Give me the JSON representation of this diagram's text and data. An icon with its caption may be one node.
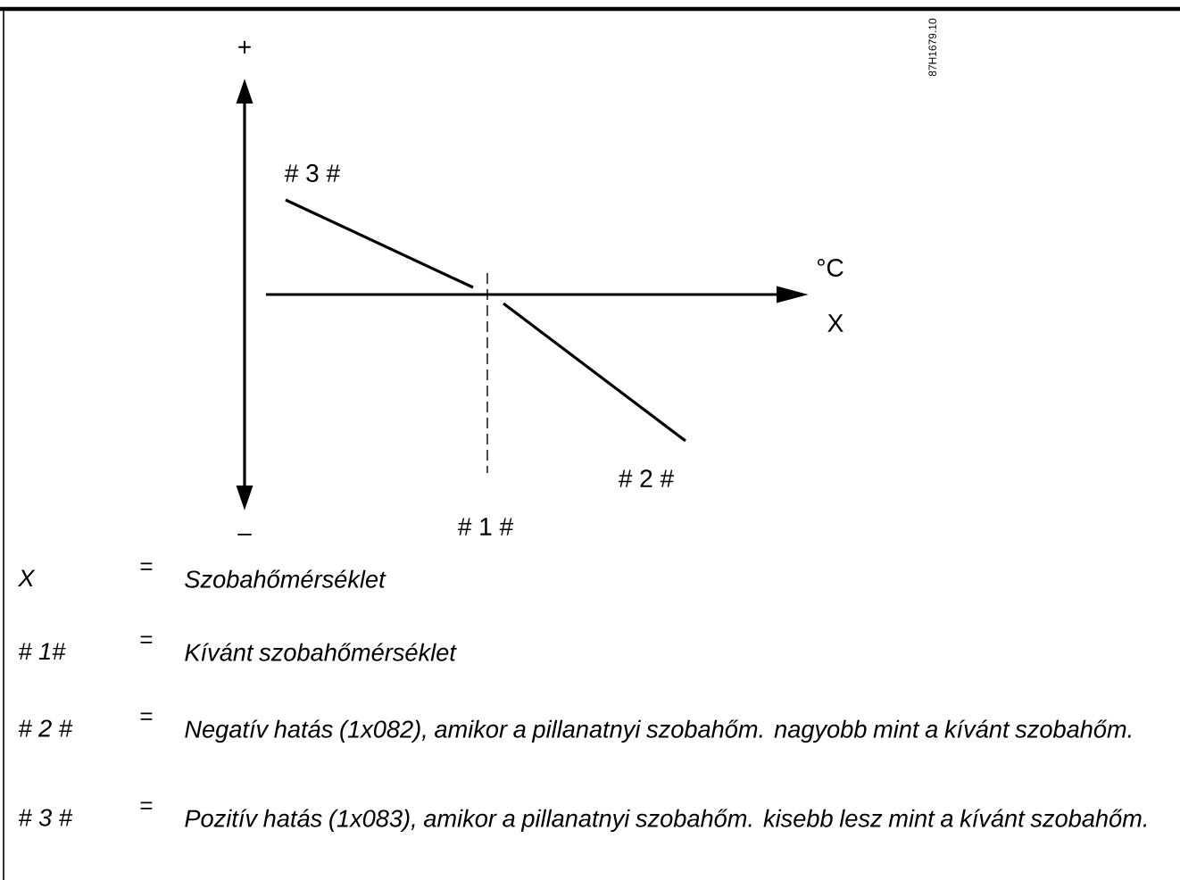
{
  "diagram": {
    "labels": [
      "+",
      "# 3 #",
      "°C",
      "X",
      "# 2 #",
      "# 1 #",
      "–",
      "87H1679.10",
      "X",
      "=",
      "Szobahőmérséklet",
      "# 1#",
      "=",
      "Kívánt szobahőmérséklet",
      "# 2 #",
      "=",
      "Negatív hatás (1x082), amikor a pillanatnyi szobahőm. nagyobb mint a kívánt szobahőm.",
      "# 3 #",
      "=",
      "Pozitív hatás (1x083), amikor a pillanatnyi szobahőm. kisebb lesz mint a kívánt szobahőm."
    ]
  }
}
